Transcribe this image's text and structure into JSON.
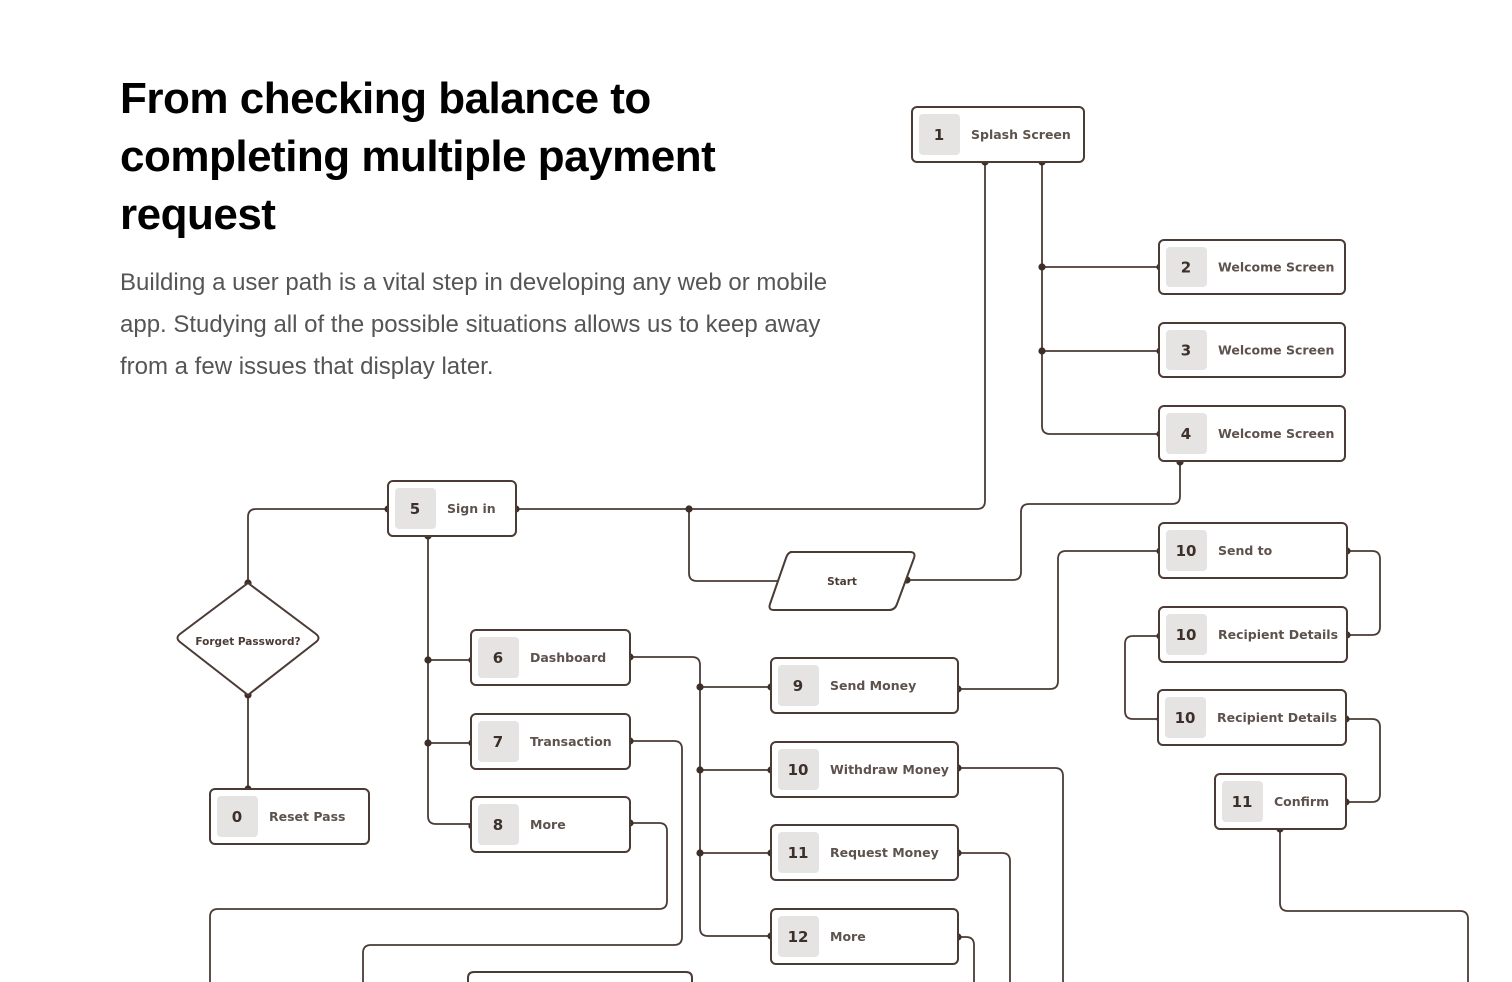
{
  "header": {
    "title": "From checking balance to completing multiple payment request",
    "description": "Building a user path is a vital step in developing any web or mobile app. Studying all of the possible situations allows us to keep away from a few issues that display later."
  },
  "diagram": {
    "nodes": [
      {
        "id": "splash",
        "num": "1",
        "label": "Splash Screen"
      },
      {
        "id": "welcome1",
        "num": "2",
        "label": "Welcome Screen"
      },
      {
        "id": "welcome2",
        "num": "3",
        "label": "Welcome Screen"
      },
      {
        "id": "welcome3",
        "num": "4",
        "label": "Welcome Screen"
      },
      {
        "id": "signin",
        "num": "5",
        "label": "Sign in"
      },
      {
        "id": "dashboard",
        "num": "6",
        "label": "Dashboard"
      },
      {
        "id": "transaction",
        "num": "7",
        "label": "Transaction"
      },
      {
        "id": "more1",
        "num": "8",
        "label": "More"
      },
      {
        "id": "sendmoney",
        "num": "9",
        "label": "Send Money"
      },
      {
        "id": "withdraw",
        "num": "10",
        "label": "Withdraw Money"
      },
      {
        "id": "request",
        "num": "11",
        "label": "Request Money"
      },
      {
        "id": "more2",
        "num": "12",
        "label": "More"
      },
      {
        "id": "sendto",
        "num": "10",
        "label": "Send to"
      },
      {
        "id": "recipient1",
        "num": "10",
        "label": "Recipient Details"
      },
      {
        "id": "recipient2",
        "num": "10",
        "label": "Recipient Details"
      },
      {
        "id": "confirm",
        "num": "11",
        "label": "Confirm"
      },
      {
        "id": "reset",
        "num": "0",
        "label": "Reset Pass"
      }
    ],
    "start_label": "Start",
    "decision_label": "Forget Password?"
  }
}
